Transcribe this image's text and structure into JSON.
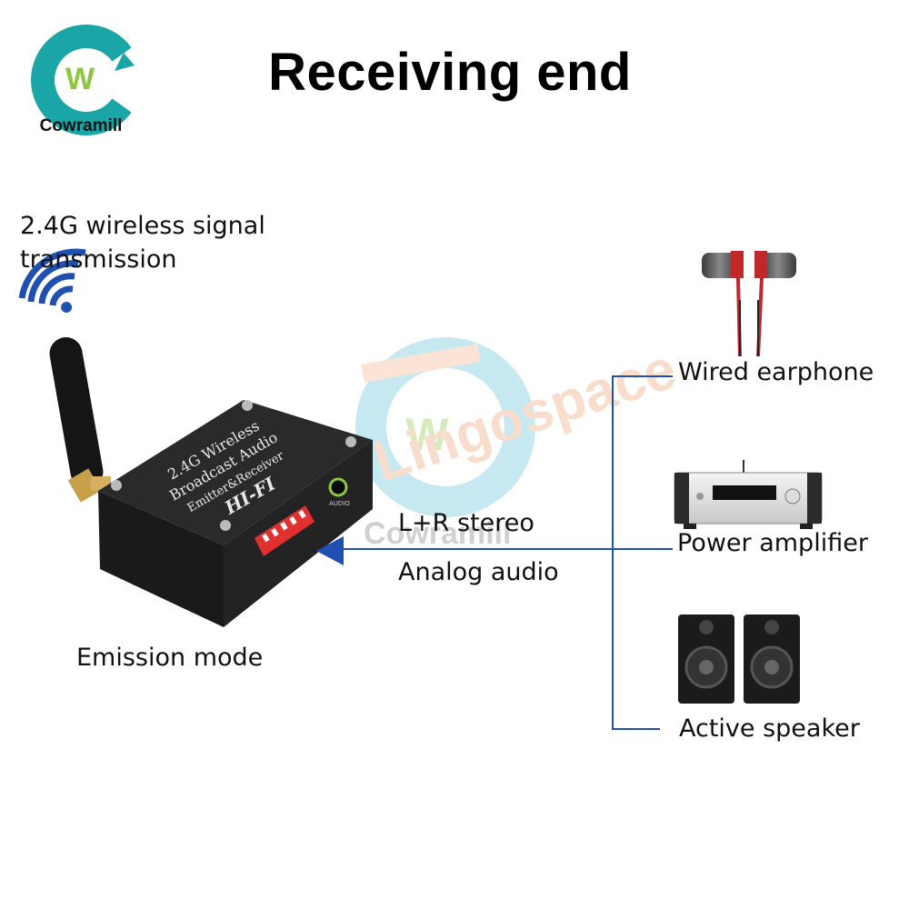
{
  "brand": {
    "logo_letter": "W",
    "name": "Cowramill"
  },
  "title": "Receiving end",
  "signal": {
    "line1": "2.4G wireless signal",
    "line2": "transmission"
  },
  "device": {
    "line1": "2.4G Wireless",
    "line2": "Broadcast Audio",
    "line3": "Emitter&Receiver",
    "hifi": "HI-FI",
    "port": "AUDIO",
    "label": "Emission mode"
  },
  "connection": {
    "line1": "L+R stereo",
    "line2": "Analog audio"
  },
  "outputs": [
    {
      "label": "Wired earphone",
      "icon": "earphone-icon"
    },
    {
      "label": "Power amplifier",
      "icon": "amplifier-icon"
    },
    {
      "label": "Active speaker",
      "icon": "speaker-icon"
    }
  ],
  "watermark": {
    "text1": "Lingospace",
    "text2": "Cowramill"
  },
  "colors": {
    "logo_teal": "#1aa5a6",
    "logo_green": "#8dc63f",
    "wire_blue": "#1f4fb0",
    "device_black": "#1c1c1c",
    "dip_red": "#e03030",
    "earphone_red": "#c0282a"
  }
}
